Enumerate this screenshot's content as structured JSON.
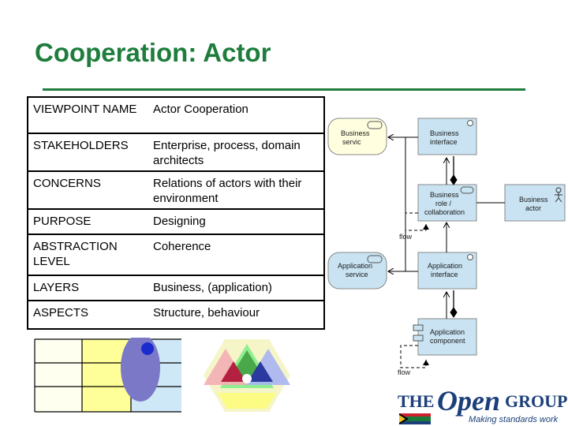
{
  "title": "Cooperation: Actor",
  "table": [
    {
      "key": "VIEWPOINT NAME",
      "value": "Actor Cooperation"
    },
    {
      "key": "STAKEHOLDERS",
      "value": "Enterprise, process, domain architects"
    },
    {
      "key": "CONCERNS",
      "value": "Relations of actors with their environment"
    },
    {
      "key": "PURPOSE",
      "value": "Designing"
    },
    {
      "key": "ABSTRACTION LEVEL",
      "value": "Coherence"
    },
    {
      "key": "LAYERS",
      "value": "Business, (application)"
    },
    {
      "key": "ASPECTS",
      "value": "Structure, behaviour"
    }
  ],
  "diagram": {
    "business_service": "Business service",
    "business_interface": "Business interface",
    "business_role": "Business role / collaboration",
    "business_actor": "Business actor",
    "application_service": "Application service",
    "application_interface": "Application interface",
    "application_component": "Application component",
    "flow_label_1": "flow",
    "flow_label_2": "flow"
  },
  "logo": {
    "the": "THE",
    "open": "Open",
    "group": "GROUP",
    "tagline": "Making standards work"
  },
  "colors": {
    "title": "#1e7d3c",
    "box_fill": "#c9e3f2",
    "service_fill": "#ffffe0",
    "brand": "#1b3f7a"
  }
}
